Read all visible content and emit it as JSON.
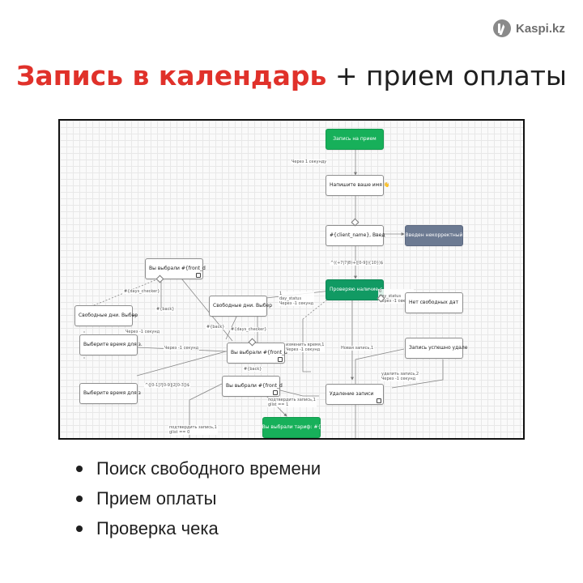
{
  "brand": {
    "name": "Kaspi.kz",
    "icon": "kaspi-logo-icon"
  },
  "title": {
    "highlight": "Запись в календарь",
    "rest": " + прием оплаты"
  },
  "diagram": {
    "nodes": {
      "start": "Запись на прием",
      "ask_name": "Напишите ваше имя 👋",
      "client_name": "#{client_name}, Введ",
      "incorrect": "Введен некорректный",
      "check": "Проверяю наличие с",
      "no_free": "Нет свободных дат",
      "chosen_1": "Вы выбрали #{front_d",
      "free_days_left": "Свободные дни. Выбер",
      "choose_time_1": "Выберите время для з.",
      "free_days_mid": "Свободные дни. Выбер",
      "chosen_2": "Вы выбрали #{front_d",
      "choose_time_2": "Выберите время для з",
      "chosen_3": "Вы выбрали #{front_d",
      "success_delete": "Запись успешно удале",
      "delete": "Удаление записи",
      "tariff": "Вы выбрали тариф: #{"
    },
    "labels": {
      "after_1s": "Через 1 секунду",
      "regex_phone": "^((+7|7|8)+([0-9]){10})$",
      "days_checker_1": "#{days_checker}",
      "back_1": "#{back}",
      "day_status_1": "1\nday_status\nЧерез -1 секунд",
      "day_status_0": "0\nday_status\nЧерез -1 секунд",
      "after_minus1_a": "Через -1 секунд",
      "days_checker_2": "#{days_checker}",
      "back_2": "#{back}",
      "after_minus1_b": "Через -1 секунд",
      "change_time": "изменить время,1\nЧерез -1 секунд",
      "new_record": "Новая запись,1",
      "delete_record": "удалить запись,2\nЧерез -1 секунд",
      "back_3": "#{back}",
      "regex_time": "^([0-1]?[0-9]|2[0-3])$",
      "confirm_1": "подтвердить запись,1\nglist == 1",
      "confirm_2": "подтвердить запись,1\nglist == 0"
    }
  },
  "bullets": [
    "Поиск свободного времени",
    "Прием оплаты",
    "Проверка чека"
  ]
}
